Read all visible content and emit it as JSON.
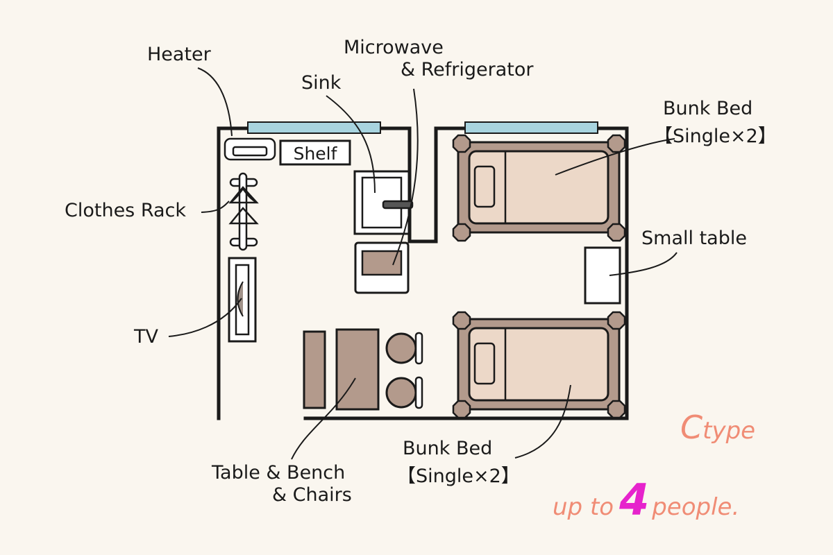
{
  "colors": {
    "background": "#faf6ef",
    "window": "#a8d4df",
    "bed_frame": "#b39a8c",
    "bed_mattress": "#ecd8c8",
    "furniture_brown": "#b39a8c",
    "label_coral": "#f08c75",
    "number_magenta": "#e623cc"
  },
  "labels": {
    "heater": "Heater",
    "shelf": "Shelf",
    "sink": "Sink",
    "microwave_line1": "Microwave",
    "microwave_line2": "& Refrigerator",
    "bunk_bed_top_line1": "Bunk Bed",
    "bunk_bed_top_line2": "【Single×2】",
    "clothes_rack": "Clothes Rack",
    "small_table": "Small table",
    "tv": "TV",
    "table_bench_line1": "Table & Bench",
    "table_bench_line2": "& Chairs",
    "bunk_bed_bottom_line1": "Bunk Bed",
    "bunk_bed_bottom_line2": "【Single×2】"
  },
  "room_type": {
    "letter": "C",
    "suffix": "type"
  },
  "capacity": {
    "prefix": "up to",
    "number": "4",
    "suffix": "people."
  }
}
